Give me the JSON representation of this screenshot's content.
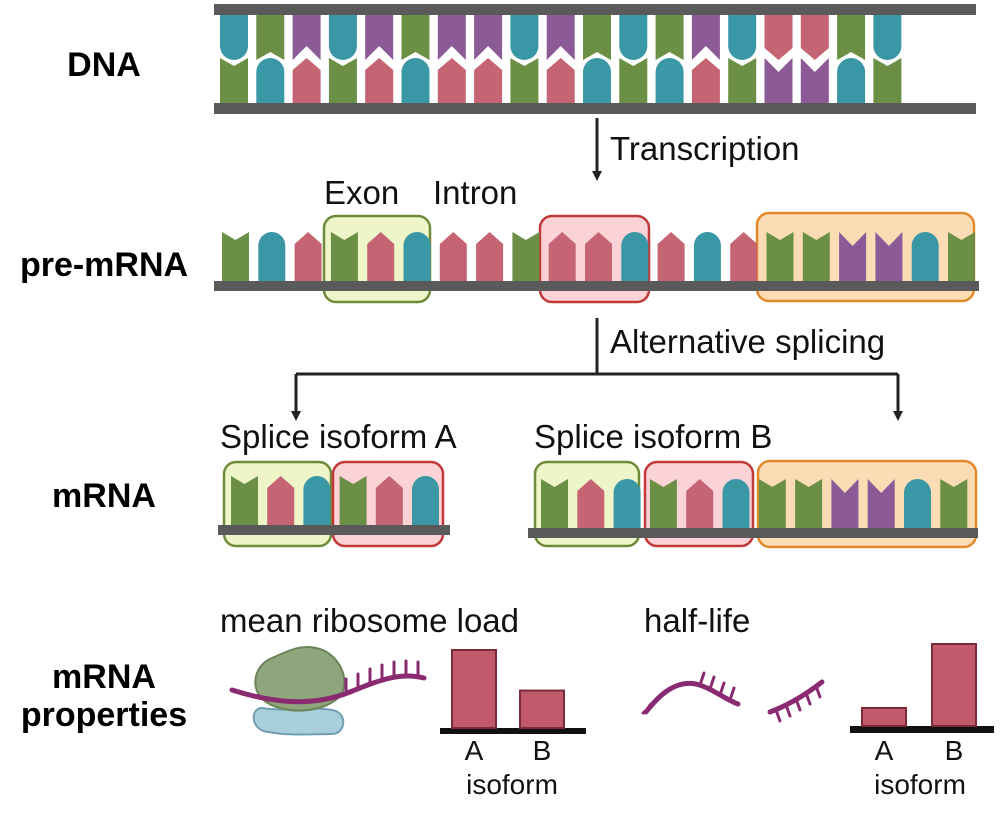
{
  "rows": {
    "dna": "DNA",
    "pre_mrna": "pre-mRNA",
    "mrna": "mRNA",
    "properties_line1": "mRNA",
    "properties_line2": "properties"
  },
  "steps": {
    "transcription": "Transcription",
    "alternative_splicing": "Alternative splicing"
  },
  "labels": {
    "exon": "Exon",
    "intron": "Intron",
    "isoform_a": "Splice isoform A",
    "isoform_b": "Splice isoform B",
    "mean_ribosome_load": "mean ribosome load",
    "half_life": "half-life"
  },
  "colors": {
    "teal": "#3a98a6",
    "green": "#6a8f45",
    "purple": "#8c5a97",
    "pink": "#c56472",
    "backbone": "#5a5a5a",
    "exon_box": "#eef5c8",
    "exon_border": "#6f8a3a",
    "red_box": "#fbd2d6",
    "red_border": "#c0393b",
    "orange_box": "#fbdcb4",
    "orange_border": "#e08a2c",
    "bar": "#c15a6a",
    "rna_strand": "#8a2a70",
    "ribosome_large": "#8fa67c",
    "ribosome_small": "#a9cfdc"
  },
  "dna_strand": {
    "top": [
      "teal",
      "green",
      "purple",
      "teal",
      "purple",
      "green",
      "purple",
      "purple",
      "teal",
      "purple",
      "green",
      "teal",
      "green",
      "purple",
      "teal",
      "pink",
      "pink",
      "green",
      "teal"
    ],
    "bottom": [
      "green",
      "teal",
      "pink",
      "green",
      "pink",
      "teal",
      "pink",
      "pink",
      "green",
      "pink",
      "teal",
      "green",
      "teal",
      "pink",
      "green",
      "purple",
      "purple",
      "teal",
      "green"
    ]
  },
  "pre_mrna_strand": [
    "green",
    "teal",
    "pink",
    "green",
    "pink",
    "teal",
    "pink",
    "pink",
    "green",
    "pink",
    "pink",
    "teal",
    "pink",
    "teal",
    "pink",
    "green",
    "green",
    "purple",
    "purple",
    "teal",
    "green"
  ],
  "isoform_a_strand": [
    "green",
    "pink",
    "teal",
    "green",
    "pink",
    "teal"
  ],
  "isoform_b_strand": [
    "green",
    "pink",
    "teal",
    "green",
    "pink",
    "teal",
    "green",
    "green",
    "purple",
    "purple",
    "teal",
    "green"
  ],
  "charts": {
    "mean_ribosome_load": {
      "type": "bar",
      "categories": [
        "A",
        "B"
      ],
      "values": [
        1.0,
        0.48
      ],
      "xlabel": "isoform"
    },
    "half_life": {
      "type": "bar",
      "categories": [
        "A",
        "B"
      ],
      "values": [
        0.22,
        1.0
      ],
      "xlabel": "isoform"
    }
  }
}
